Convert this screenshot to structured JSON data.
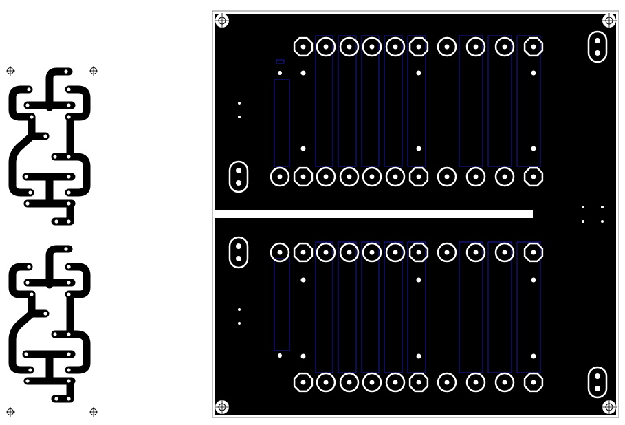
{
  "image": {
    "description_type": "pcb-artwork",
    "colors": {
      "background": "#ffffff",
      "copper": "#000000",
      "pad_ring": "#ffffff",
      "silkscreen": "#1a1aa6",
      "board_outline": "#808080"
    }
  },
  "small_boards": [
    {
      "id": "top",
      "corner_marks": [
        "mounting-hole-icon",
        "mounting-hole-icon"
      ]
    },
    {
      "id": "bottom",
      "corner_marks": [
        "mounting-hole-icon",
        "mounting-hole-icon"
      ]
    }
  ],
  "large_board": {
    "sections": [
      "upper",
      "lower"
    ],
    "mounting_holes": 4,
    "pads_per_row": 11,
    "rows_per_section": 2
  }
}
